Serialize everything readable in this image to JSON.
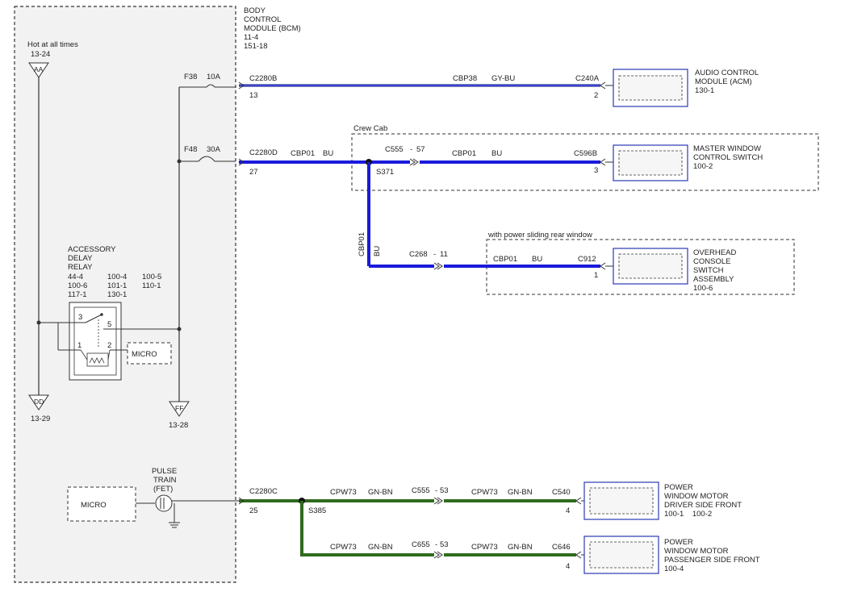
{
  "colors": {
    "blue": "#1a1adb",
    "gray_blue": "#7a84b8",
    "green": "#2f6b1e",
    "module_border": "#2a3ab4",
    "bcm_fill": "#f2f2f2",
    "line": "#333333"
  },
  "bcm": {
    "title": [
      "BODY",
      "CONTROL",
      "MODULE (BCM)"
    ],
    "refs": [
      "11-4",
      "151-18"
    ]
  },
  "hot": {
    "label": "Hot at all times",
    "ref": "13-24",
    "connector": "AA"
  },
  "dd": {
    "connector": "DD",
    "ref": "13-29"
  },
  "ff": {
    "connector": "FF",
    "ref": "13-28"
  },
  "fuses": {
    "f38": {
      "name": "F38",
      "rating": "10A"
    },
    "f48": {
      "name": "F48",
      "rating": "30A"
    }
  },
  "relay": {
    "title": [
      "ACCESSORY",
      "DELAY",
      "RELAY"
    ],
    "refs": [
      "44-4",
      "100-6",
      "117-1",
      "100-4",
      "101-1",
      "130-1",
      "100-5",
      "110-1"
    ],
    "pins": [
      "3",
      "5",
      "1",
      "2"
    ],
    "micro": "MICRO"
  },
  "pulse": {
    "title": [
      "PULSE",
      "TRAIN",
      "(FET)"
    ],
    "micro": "MICRO"
  },
  "circuits": {
    "acm_wire": {
      "connector": "C2280B",
      "pin": "13",
      "circuit": "CBP38",
      "color": "GY-BU",
      "dest_connector": "C240A",
      "dest_pin": "2"
    },
    "crew": {
      "label": "Crew Cab",
      "connector": "C2280D",
      "pin": "27",
      "circuit": "CBP01",
      "color": "BU",
      "splice": "S371",
      "inline": "C555",
      "inline_pin": "57",
      "circuit2": "CBP01",
      "color2": "BU",
      "dest_connector": "C596B",
      "dest_pin": "3"
    },
    "vertical": {
      "circuit": "CBP01",
      "color": "BU"
    },
    "rear": {
      "label": "with power sliding rear window",
      "inline": "C268",
      "inline_pin": "11",
      "circuit": "CBP01",
      "color": "BU",
      "dest_connector": "C912",
      "dest_pin": "1"
    },
    "driver": {
      "connector": "C2280C",
      "pin": "25",
      "splice": "S385",
      "circuit": "CPW73",
      "color": "GN-BN",
      "inline": "C555",
      "inline_pin": "53",
      "circuit2": "CPW73",
      "color2": "GN-BN",
      "dest_connector": "C540",
      "dest_pin": "4"
    },
    "passenger": {
      "circuit": "CPW73",
      "color": "GN-BN",
      "inline": "C655",
      "inline_pin": "53",
      "circuit2": "CPW73",
      "color2": "GN-BN",
      "dest_connector": "C646",
      "dest_pin": "4"
    }
  },
  "modules": {
    "acm": {
      "lines": [
        "AUDIO CONTROL",
        "MODULE (ACM)"
      ],
      "ref": "130-1"
    },
    "mwcs": {
      "lines": [
        "MASTER WINDOW",
        "CONTROL SWITCH"
      ],
      "ref": "100-2"
    },
    "ohc": {
      "lines": [
        "OVERHEAD",
        "CONSOLE",
        "SWITCH",
        "ASSEMBLY"
      ],
      "ref": "100-6"
    },
    "pwmd": {
      "lines": [
        "POWER",
        "WINDOW MOTOR",
        "DRIVER SIDE FRONT"
      ],
      "ref": "100-1    100-2"
    },
    "pwmp": {
      "lines": [
        "POWER",
        "WINDOW MOTOR",
        "PASSENGER SIDE FRONT"
      ],
      "ref": "100-4"
    }
  }
}
